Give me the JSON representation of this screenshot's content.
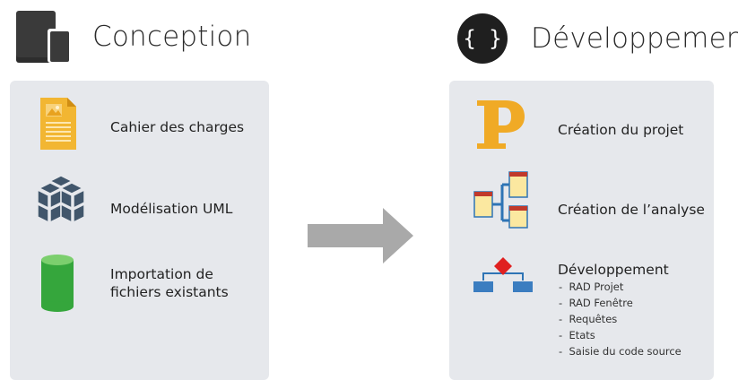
{
  "conception": {
    "title": "Conception",
    "items": [
      {
        "label": "Cahier des charges",
        "icon": "document-icon"
      },
      {
        "label": "Modélisation UML",
        "icon": "cubes-icon"
      },
      {
        "label": "Importation de",
        "label2": "fichiers existants",
        "icon": "database-icon"
      }
    ]
  },
  "developpement": {
    "title": "Développement",
    "items": [
      {
        "label": "Création du projet",
        "icon": "project-p-icon"
      },
      {
        "label": "Création de l’analyse",
        "icon": "analysis-tables-icon"
      },
      {
        "label": "Développement",
        "icon": "flowchart-icon"
      }
    ],
    "sub_items": [
      "RAD Projet",
      "RAD Fenêtre",
      "Requêtes",
      "Etats",
      "Saisie du code source"
    ]
  },
  "colors": {
    "panel": "#e6e8ec",
    "document": "#f2b632",
    "cubes": "#41566b",
    "database": "#35a63c",
    "project_p": "#f0aa26",
    "arrow": "#a9a9a9"
  }
}
